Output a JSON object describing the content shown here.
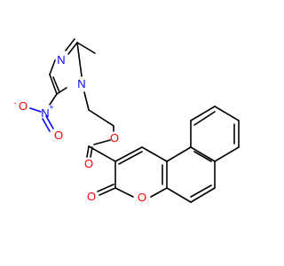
{
  "molecule": {
    "atoms": {
      "n_ring3": "N",
      "n_ring1": "N",
      "n_nitro": "N",
      "nitro_plus": "+",
      "o_nitro_single": "O",
      "nitro_minus": "-",
      "o_nitro_double": "O",
      "o_ester_single": "O",
      "o_ester_double": "O",
      "o_lactone_ring": "O",
      "o_lactone_carbonyl": "O"
    },
    "colors": {
      "carbon_bond": "#000000",
      "nitrogen": "#0000ff",
      "oxygen": "#ff0000"
    }
  }
}
